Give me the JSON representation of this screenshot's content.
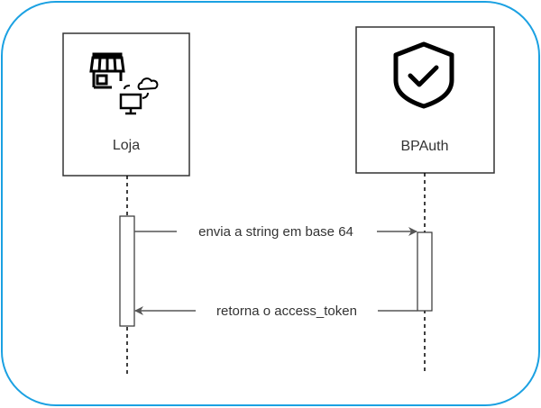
{
  "participants": [
    {
      "label": "Loja",
      "icon": "store-cloud-icon"
    },
    {
      "label": "BPAuth",
      "icon": "shield-check-icon"
    }
  ],
  "messages": [
    {
      "label": "envia a string em base 64",
      "from": "Loja",
      "to": "BPAuth"
    },
    {
      "label": "retorna o access_token",
      "from": "BPAuth",
      "to": "Loja"
    }
  ],
  "colors": {
    "frame": "#1ba1e2",
    "line": "#333333",
    "arrow": "#555555"
  }
}
